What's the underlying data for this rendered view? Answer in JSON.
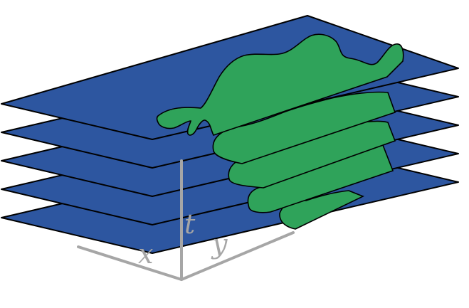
{
  "diagram": {
    "axes": {
      "x_label": "x",
      "y_label": "y",
      "t_label": "t"
    },
    "layer_count": 5,
    "colors": {
      "plane_fill": "#2d56a0",
      "blob_fill": "#2fa35a",
      "outline": "#000000",
      "axis": "#a6a6a6"
    }
  }
}
